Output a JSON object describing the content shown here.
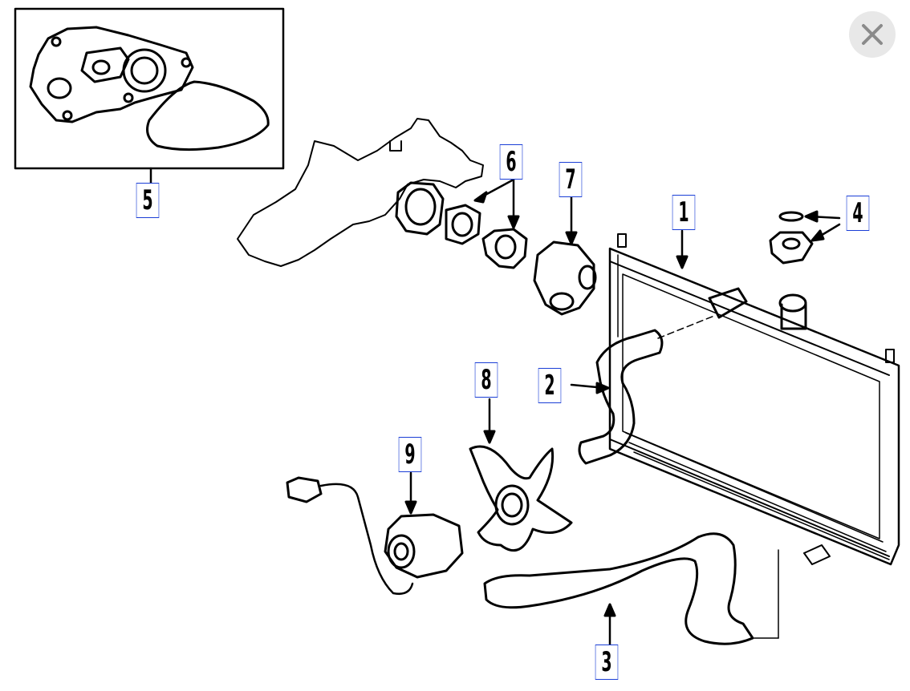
{
  "callouts": [
    {
      "id": "1",
      "label": "1"
    },
    {
      "id": "2",
      "label": "2"
    },
    {
      "id": "3",
      "label": "3"
    },
    {
      "id": "4",
      "label": "4"
    },
    {
      "id": "5",
      "label": "5"
    },
    {
      "id": "6",
      "label": "6"
    },
    {
      "id": "7",
      "label": "7"
    },
    {
      "id": "8",
      "label": "8"
    },
    {
      "id": "9",
      "label": "9"
    }
  ],
  "colors": {
    "callout_border": "#1a3ed6",
    "line_art": "#000000",
    "close_bg": "#e8e8e8",
    "close_icon": "#8a8a8a"
  },
  "close_button": {
    "icon": "close-icon"
  }
}
